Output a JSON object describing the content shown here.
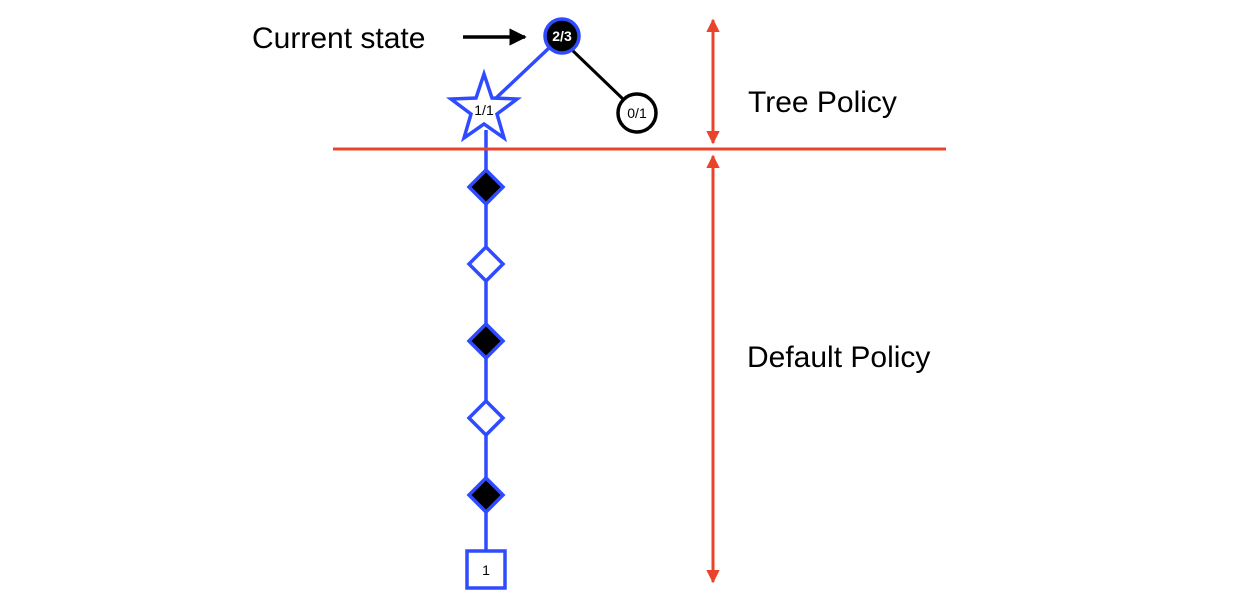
{
  "labels": {
    "current_state": "Current state",
    "tree_policy": "Tree Policy",
    "default_policy": "Default Policy"
  },
  "nodes": {
    "root": "2/3",
    "star": "1/1",
    "sibling": "0/1",
    "terminal": "1"
  },
  "rollout_sequence": [
    "filled",
    "empty",
    "filled",
    "empty",
    "filled"
  ],
  "colors": {
    "path_blue": "#2f4bff",
    "policy_red": "#e9442b",
    "node_black": "#000000",
    "node_white": "#ffffff"
  }
}
